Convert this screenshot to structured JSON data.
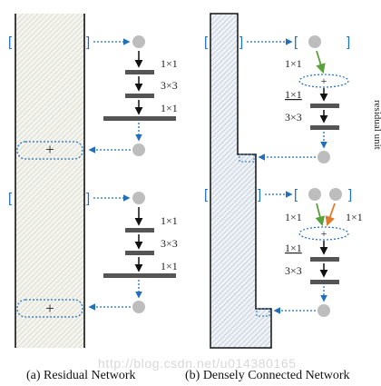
{
  "panel_a": {
    "caption": "(a) Residual Network",
    "block1": {
      "ops": [
        "1×1",
        "3×3",
        "1×1"
      ],
      "merge_symbol": "+"
    },
    "block2": {
      "ops": [
        "1×1",
        "3×3",
        "1×1"
      ],
      "merge_symbol": "+"
    }
  },
  "panel_b": {
    "caption": "(b) Densely Connected Network",
    "side_label": "residual unit",
    "block1": {
      "ops": [
        "1×1",
        "1×1",
        "3×3"
      ],
      "merge_symbol": "+"
    },
    "block2": {
      "ops": [
        "1×1",
        "1×1",
        "1×1",
        "3×3"
      ],
      "merge_symbol": "+"
    }
  },
  "watermark": "http://blog.csdn.net/u014380165",
  "colors": {
    "arrow_blue": "#1f6fbf",
    "arrow_green": "#5aa03c",
    "arrow_orange": "#e07a2a",
    "node_gray": "#bdbdbd",
    "op_bar": "#555555"
  }
}
